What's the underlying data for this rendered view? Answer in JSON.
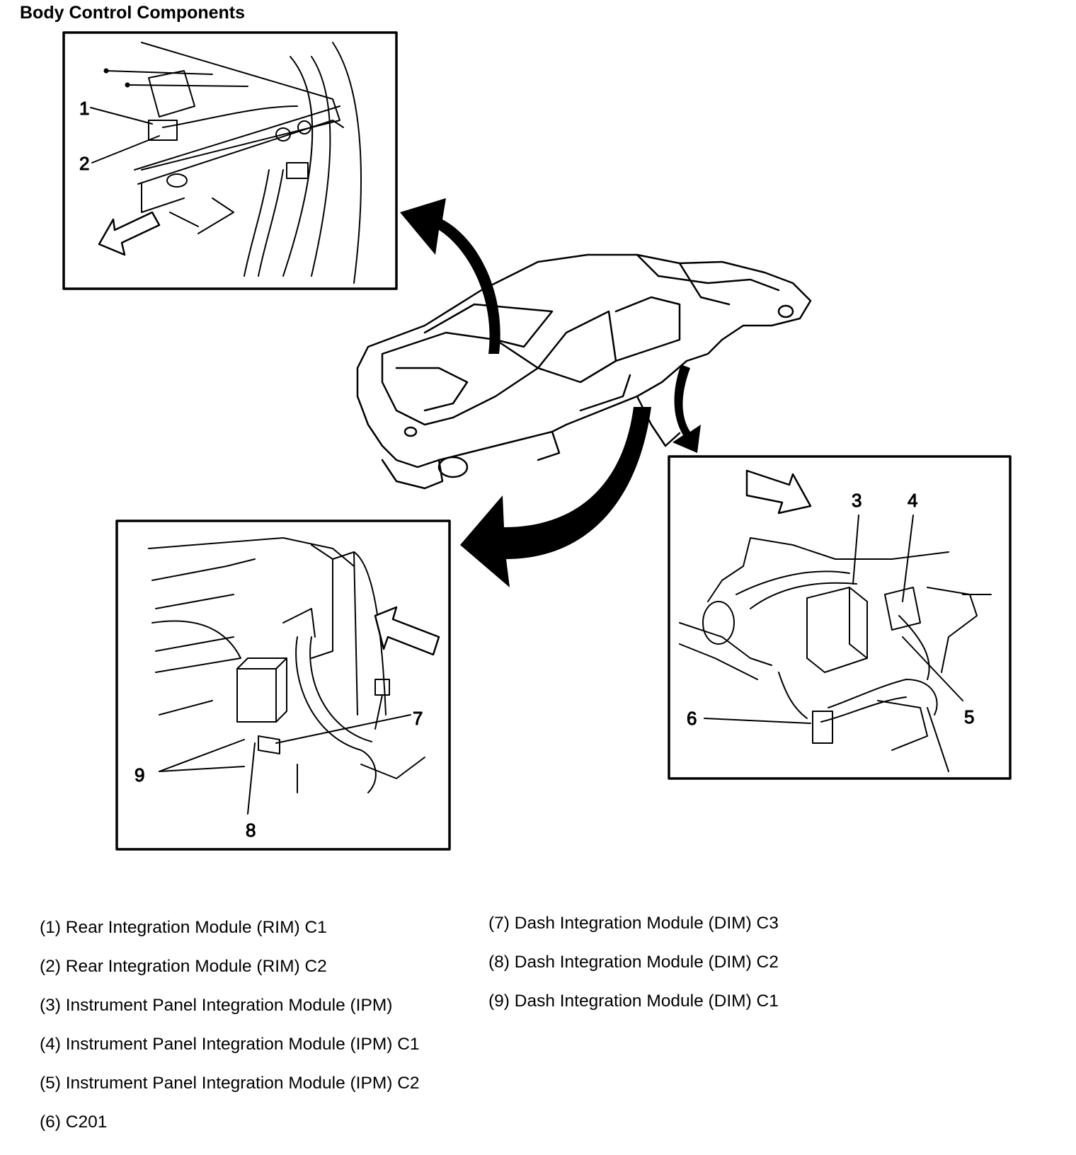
{
  "title": "Body Control Components",
  "callouts": [
    "1",
    "2",
    "3",
    "4",
    "5",
    "6",
    "7",
    "8",
    "9"
  ],
  "legend": {
    "left": [
      "(1) Rear Integration Module (RIM) C1",
      "(2) Rear Integration Module (RIM) C2",
      "(3) Instrument Panel Integration Module (IPM)",
      "(4) Instrument Panel Integration Module (IPM) C1",
      "(5) Instrument Panel Integration Module (IPM) C2",
      "(6) C201"
    ],
    "right": [
      "(7) Dash Integration Module (DIM) C3",
      "(8) Dash Integration Module (DIM) C2",
      "(9) Dash Integration Module (DIM) C1"
    ]
  },
  "icons": [
    "curved-arrow-icon",
    "direction-arrow-icon",
    "car-body-icon"
  ]
}
